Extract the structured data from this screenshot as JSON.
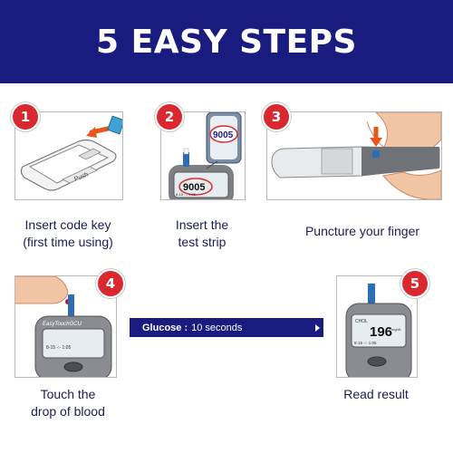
{
  "title": "5 EASY STEPS",
  "steps": [
    {
      "number": "1",
      "caption_line1": "Insert code key",
      "caption_line2": "(first time using)",
      "device_label": "Push"
    },
    {
      "number": "2",
      "caption_line1": "Insert the",
      "caption_line2": "test strip",
      "code_label": "9005",
      "screen_value": "9005",
      "screen_sub": "8-15  -:-  1:05"
    },
    {
      "number": "3",
      "caption": "Puncture your finger"
    },
    {
      "number": "4",
      "caption_line1": "Touch the",
      "caption_line2": "drop of blood",
      "brand_label": "EasyTouchGCU",
      "screen_sub": "8-15  -:-  1:05"
    },
    {
      "number": "5",
      "caption": "Read result",
      "screen_mode": "CHOL",
      "screen_value": "196",
      "screen_unit": "mg/dL",
      "screen_sub": "8-15  -:-  1:05"
    }
  ],
  "glucose_timer": {
    "label": "Glucose :",
    "value": "10 seconds"
  },
  "colors": {
    "navy": "#1a1b7e",
    "badge_red": "#d9282f",
    "arrow_orange": "#e8561d"
  }
}
